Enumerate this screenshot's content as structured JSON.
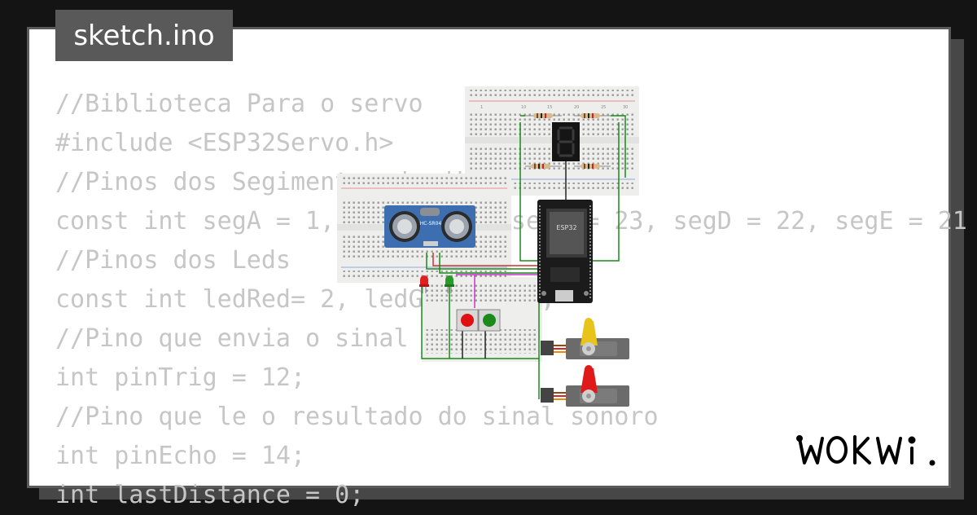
{
  "file_tab": {
    "label": "sketch.ino"
  },
  "code_lines": [
    "//Biblioteca Para o servo",
    "#include <ESP32Servo.h>",
    "//Pinos dos Segimentos do display",
    "const int segA = 1, segB = 19, segC = 23, segD = 22, segE = 21",
    "//Pinos dos Leds",
    "const int ledRed= 2, ledGreen= 15;",
    "//Pino que envia o sinal sonoro",
    "int pinTrig = 12;",
    "//Pino que le o resultado do sinal sonoro",
    "int pinEcho = 14;",
    "int lastDistance = 0;"
  ],
  "diagram": {
    "sensor_label": "HC-SR04",
    "mcu_label": "ESP32",
    "breadboard_numbers": [
      "1",
      "10",
      "15",
      "20",
      "25",
      "30"
    ],
    "colors": {
      "wire_green": "#1a8a1a",
      "wire_magenta": "#cc33cc",
      "wire_dark": "#222222",
      "led_red": "#e02020",
      "led_green": "#2a9a2a",
      "sensor_blue": "#3d6fb0"
    }
  },
  "logo": {
    "text": "WOKWi"
  }
}
